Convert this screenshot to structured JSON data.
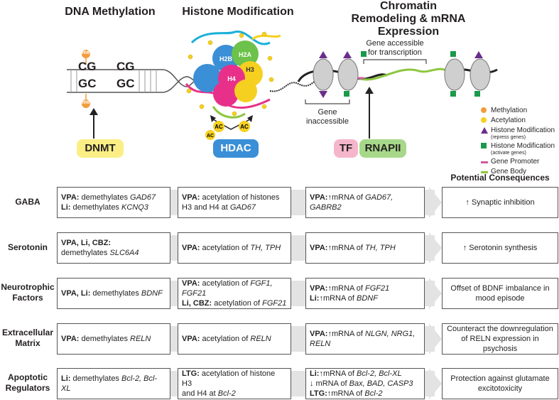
{
  "headers": {
    "dna_methylation": "DNA Methylation",
    "histone_modification": "Histone Modification",
    "chromatin": "Chromatin Remodeling & mRNA Expression"
  },
  "diagram": {
    "me_label": "me",
    "cg_top_1": "CG",
    "cg_top_2": "CG",
    "gc_bottom_1": "GC",
    "gc_bottom_2": "GC",
    "h2a": "H2A",
    "h2b": "H2B",
    "h3": "H3",
    "h4": "H4",
    "ac_label": "AC",
    "gene_accessible": "Gene accessible for transcription",
    "gene_inaccessible": "Gene inaccessible"
  },
  "badges": {
    "dnmt": "DNMT",
    "hdac": "HDAC",
    "tf": "TF",
    "rnapii": "RNAPII"
  },
  "legend": [
    {
      "label": "Methylation",
      "sub": "",
      "icon": "orange-circle-icon"
    },
    {
      "label": "Acetylation",
      "sub": "",
      "icon": "ac-tag-icon"
    },
    {
      "label": "Histone Modification",
      "sub": "(repress genes)",
      "icon": "purple-triangle-icon"
    },
    {
      "label": "Histone Modification",
      "sub": "(activate genes)",
      "icon": "green-square-icon"
    },
    {
      "label": "Gene Promoter",
      "sub": "",
      "icon": "pink-line-icon"
    },
    {
      "label": "Gene Body",
      "sub": "",
      "icon": "green-line-icon"
    }
  ],
  "potential_consequences_title": "Potential Consequences",
  "rows": [
    {
      "label": "GABA",
      "dna": [
        {
          "b": "VPA:",
          "t": " demethylates ",
          "i": "GAD67"
        },
        {
          "b": "Li:",
          "t": " demethylates ",
          "i": "KCNQ3"
        }
      ],
      "histone": [
        {
          "b": "VPA:",
          "t": " acetylation of histones",
          "i": ""
        },
        {
          "b": "",
          "t": "H3 and H4 at ",
          "i": "GAD67"
        }
      ],
      "mrna": [
        {
          "b": "VPA:",
          "t": "↑mRNA of ",
          "i": "GAD67,"
        },
        {
          "b": "",
          "t": "",
          "i": "GABRB2"
        }
      ],
      "consequence": [
        "↑ Synaptic inhibition"
      ]
    },
    {
      "label": "Serotonin",
      "dna": [
        {
          "b": "VPA, Li, CBZ:",
          "t": "",
          "i": ""
        },
        {
          "b": "",
          "t": "demethylates ",
          "i": "SLC6A4"
        }
      ],
      "histone": [
        {
          "b": "VPA:",
          "t": " acetylation of ",
          "i": "TH, TPH"
        }
      ],
      "mrna": [
        {
          "b": "VPA:",
          "t": "↑mRNA of ",
          "i": "TH, TPH"
        }
      ],
      "consequence": [
        "↑ Serotonin synthesis"
      ]
    },
    {
      "label": "Neurotrophic Factors",
      "dna": [
        {
          "b": "VPA, Li:",
          "t": " demethylates ",
          "i": "BDNF"
        }
      ],
      "histone": [
        {
          "b": "VPA:",
          "t": " acetylation of ",
          "i": "FGF1, FGF21"
        },
        {
          "b": "Li, CBZ:",
          "t": " acetylation of ",
          "i": "FGF21"
        }
      ],
      "mrna": [
        {
          "b": "VPA:",
          "t": "↑mRNA of ",
          "i": "FGF21"
        },
        {
          "b": "Li:",
          "t": "↑mRNA of ",
          "i": "BDNF"
        }
      ],
      "consequence": [
        "Offset of BDNF imbalance in",
        "mood episode"
      ]
    },
    {
      "label": "Extracellular Matrix",
      "dna": [
        {
          "b": "VPA:",
          "t": " demethylates ",
          "i": "RELN"
        }
      ],
      "histone": [
        {
          "b": "VPA:",
          "t": " acetylation of ",
          "i": "RELN"
        }
      ],
      "mrna": [
        {
          "b": "VPA:",
          "t": "↑mRNA of ",
          "i": "NLGN, NRG1,"
        },
        {
          "b": "",
          "t": "",
          "i": "RELN"
        }
      ],
      "consequence": [
        "Counteract the downregulation",
        "of RELN expression in psychosis"
      ]
    },
    {
      "label": "Apoptotic Regulators",
      "dna": [
        {
          "b": "Li:",
          "t": " demethylates ",
          "i": "Bcl-2, Bcl-XL"
        }
      ],
      "histone": [
        {
          "b": "LTG:",
          "t": " acetylation of histone H3",
          "i": ""
        },
        {
          "b": "",
          "t": "and H4 at ",
          "i": "Bcl-2"
        }
      ],
      "mrna": [
        {
          "b": "Li:",
          "t": "↑mRNA of ",
          "i": "Bcl-2, Bcl-XL"
        },
        {
          "b": "",
          "t": "↓ mRNA of ",
          "i": "Bax, BAD, CASP3"
        },
        {
          "b": "LTG:",
          "t": "↑mRNA of ",
          "i": "Bcl-2"
        }
      ],
      "consequence": [
        "Protection against glutamate",
        "excitotoxicity"
      ]
    }
  ]
}
